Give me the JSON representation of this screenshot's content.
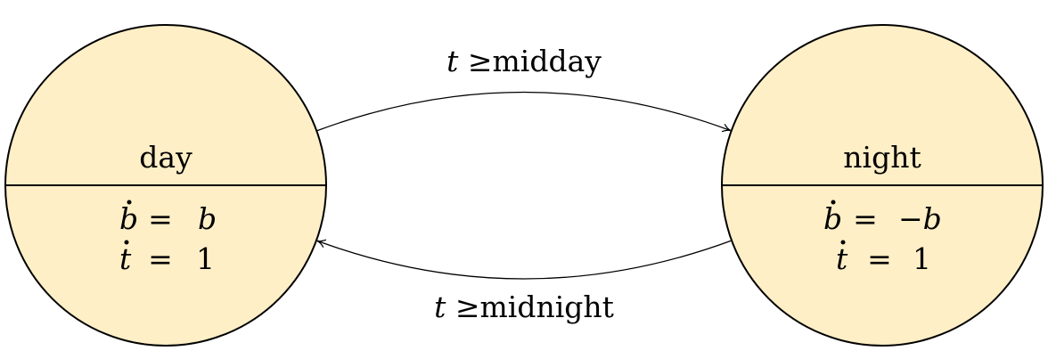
{
  "colors": {
    "state_fill": "#FFEFC6",
    "stroke": "#000000",
    "background": "#FFFFFF"
  },
  "states": [
    {
      "name": "day",
      "flow": [
        {
          "var": "b",
          "rhs": "b"
        },
        {
          "var": "t",
          "rhs": "1"
        }
      ]
    },
    {
      "name": "night",
      "flow": [
        {
          "var": "b",
          "rhs": "−b"
        },
        {
          "var": "t",
          "rhs": "1"
        }
      ]
    }
  ],
  "transitions": [
    {
      "from": "day",
      "to": "night",
      "guard_var": "t",
      "guard_op": "≥",
      "guard_value": "midday"
    },
    {
      "from": "night",
      "to": "day",
      "guard_var": "t",
      "guard_op": "≥",
      "guard_value": "midnight"
    }
  ]
}
